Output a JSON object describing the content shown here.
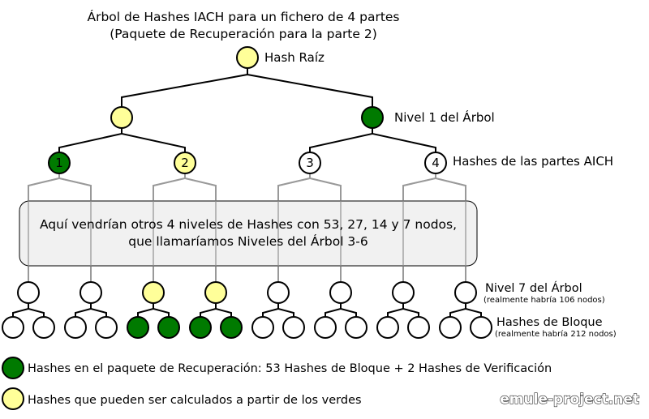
{
  "title": {
    "line1": "Árbol de Hashes IACH para un fichero de 4 partes",
    "line2": "(Paquete de Recuperación para la parte 2)"
  },
  "colors": {
    "green": "#007a00",
    "yellow": "#ffff99",
    "white": "#ffffff",
    "line": "#000000",
    "gray_line": "#999999",
    "box_fill": "#eeeeee"
  },
  "labels": {
    "root": "Hash Raíz",
    "level1": "Nivel 1 del Árbol",
    "parts": "Hashes de las partes AICH",
    "level7": "Nivel 7 del Árbol",
    "level7_note": "(realmente habría 106 nodos)",
    "blocks": "Hashes de Bloque",
    "blocks_note": "(realmente habría 212 nodos)"
  },
  "middle_box": {
    "line1": "Aquí vendrían otros 4 niveles de Hashes con 53, 27, 14 y 7 nodos,",
    "line2": "que llamaríamos Niveles del Árbol 3-6"
  },
  "tree": {
    "root": "yellow",
    "level1": [
      "yellow",
      "green"
    ],
    "parts": [
      {
        "number": "1",
        "color": "green"
      },
      {
        "number": "2",
        "color": "yellow"
      },
      {
        "number": "3",
        "color": "white"
      },
      {
        "number": "4",
        "color": "white"
      }
    ],
    "level7": [
      "white",
      "white",
      "yellow",
      "yellow",
      "white",
      "white",
      "white",
      "white"
    ],
    "blocks": [
      "white",
      "white",
      "white",
      "white",
      "green",
      "green",
      "green",
      "green",
      "white",
      "white",
      "white",
      "white",
      "white",
      "white",
      "white",
      "white"
    ]
  },
  "legend": [
    {
      "color": "green",
      "text": "Hashes en el paquete de Recuperación: 53 Hashes de Bloque + 2 Hashes de Verificación"
    },
    {
      "color": "yellow",
      "text": "Hashes que pueden ser calculados a partir de los verdes"
    }
  ],
  "watermark": "emule-project.net"
}
